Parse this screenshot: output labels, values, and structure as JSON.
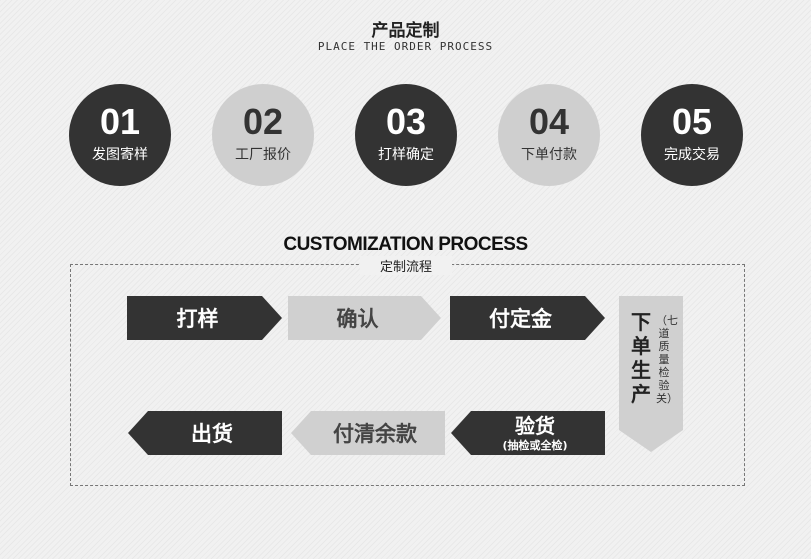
{
  "header": {
    "title_cn": "产品定制",
    "title_en": "PLACE THE ORDER PROCESS"
  },
  "steps": [
    {
      "num": "01",
      "label": "发图寄样",
      "style": "dark"
    },
    {
      "num": "02",
      "label": "工厂报价",
      "style": "light"
    },
    {
      "num": "03",
      "label": "打样确定",
      "style": "dark"
    },
    {
      "num": "04",
      "label": "下单付款",
      "style": "light"
    },
    {
      "num": "05",
      "label": "完成交易",
      "style": "dark"
    }
  ],
  "process": {
    "title_en": "CUSTOMIZATION PROCESS",
    "title_cn": "定制流程",
    "row1": [
      "打样",
      "确认",
      "付定金"
    ],
    "down": {
      "main": "下单生产",
      "sub": "（七道质量检验关）"
    },
    "row2": {
      "inspect": {
        "main": "验货",
        "sub": "(抽检或全检)"
      },
      "balance": "付清余款",
      "ship": "出货"
    }
  },
  "colors": {
    "dark": "#333333",
    "light": "#d0d0d0"
  }
}
